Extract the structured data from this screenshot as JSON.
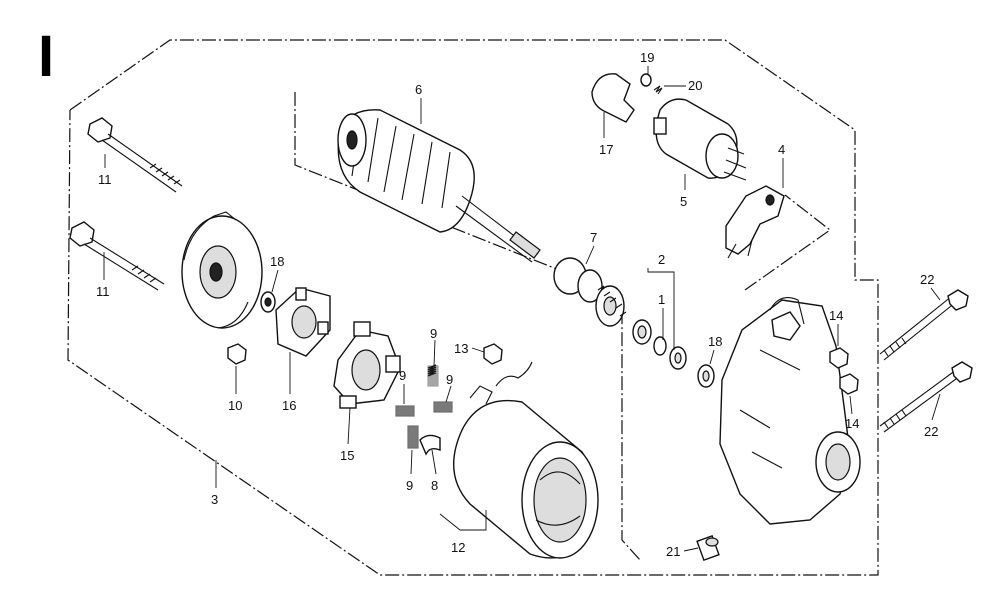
{
  "corner_mark": "I",
  "callouts": {
    "p1": "1",
    "p2": "2",
    "p3": "3",
    "p4": "4",
    "p5": "5",
    "p6": "6",
    "p7": "7",
    "p8": "8",
    "p9a": "9",
    "p9b": "9",
    "p9c": "9",
    "p9d": "9",
    "p10": "10",
    "p11a": "11",
    "p11b": "11",
    "p12": "12",
    "p13": "13",
    "p14a": "14",
    "p14b": "14",
    "p15": "15",
    "p16": "16",
    "p17": "17",
    "p18a": "18",
    "p18b": "18",
    "p19": "19",
    "p20": "20",
    "p21": "21",
    "p22a": "22",
    "p22b": "22"
  }
}
